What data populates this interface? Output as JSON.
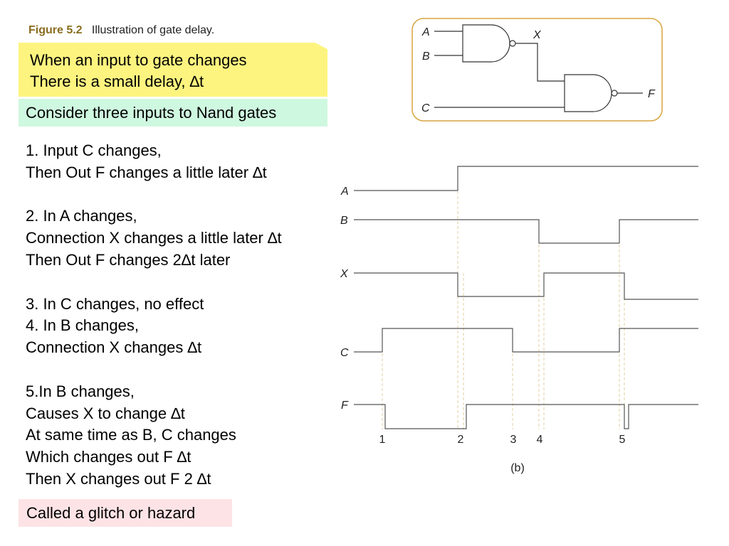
{
  "figure": {
    "number": "Figure 5.2",
    "caption": "Illustration of gate delay."
  },
  "yellow_box": {
    "line1": "When  an input to gate changes",
    "line2": "There is a small delay, ∆t"
  },
  "green_box": {
    "text": "Consider three inputs to Nand gates"
  },
  "steps": [
    "1. Input C changes,",
    "Then Out F changes a little later ∆t",
    "",
    "2. In A changes,",
    "Connection X changes a little later ∆t",
    "Then Out F changes 2∆t later",
    "",
    "3. In C changes, no effect",
    "4. In B changes,",
    "Connection X changes ∆t",
    "",
    "5.In B changes,",
    "Causes X to change ∆t",
    "At same time as B, C changes",
    "Which  changes out F ∆t",
    "Then X changes out F 2 ∆t"
  ],
  "pink_box": {
    "text": "Called a glitch or hazard"
  },
  "circuit": {
    "inputs": [
      "A",
      "B",
      "C"
    ],
    "connection": "X",
    "output": "F",
    "border_color": "#d9a441"
  },
  "timing": {
    "signals": [
      "A",
      "B",
      "X",
      "C",
      "F"
    ],
    "event_labels": [
      "1",
      "2",
      "3",
      "4",
      "5"
    ],
    "panel_label": "(b)",
    "dash_color": "#e0cfa0"
  }
}
